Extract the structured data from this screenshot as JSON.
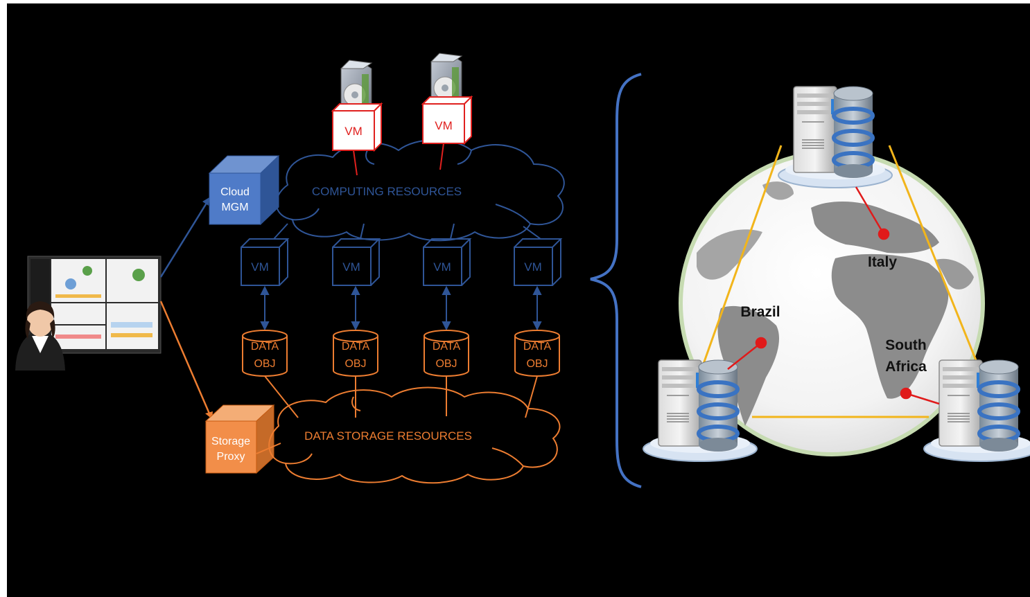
{
  "management": {
    "cloud_mgm": [
      "Cloud",
      "MGM"
    ],
    "storage_proxy": [
      "Storage",
      "Proxy"
    ]
  },
  "resources": {
    "computing": "COMPUTING RESOURCES",
    "storage": "DATA STORAGE RESOURCES"
  },
  "top_vms": [
    "VM",
    "VM"
  ],
  "vm_cubes": [
    "VM",
    "VM",
    "VM",
    "VM"
  ],
  "data_objects": [
    [
      "DATA",
      "OBJ"
    ],
    [
      "DATA",
      "OBJ"
    ],
    [
      "DATA",
      "OBJ"
    ],
    [
      "DATA",
      "OBJ"
    ]
  ],
  "sites": [
    "Italy",
    "Brazil",
    "South Africa"
  ],
  "site_lines": [
    "South",
    "Africa"
  ],
  "colors": {
    "background": "#000000",
    "compute_blue": "#2f5597",
    "cloud_blue": "#4472c4",
    "storage_orange": "#ed7d31",
    "vm_red": "#e0201e",
    "link_gold": "#f2b51b",
    "marker_red": "#e01a1a"
  },
  "icons": [
    "user-icon",
    "dashboard-icon",
    "software-box-icon",
    "server-database-icon",
    "globe-icon"
  ]
}
